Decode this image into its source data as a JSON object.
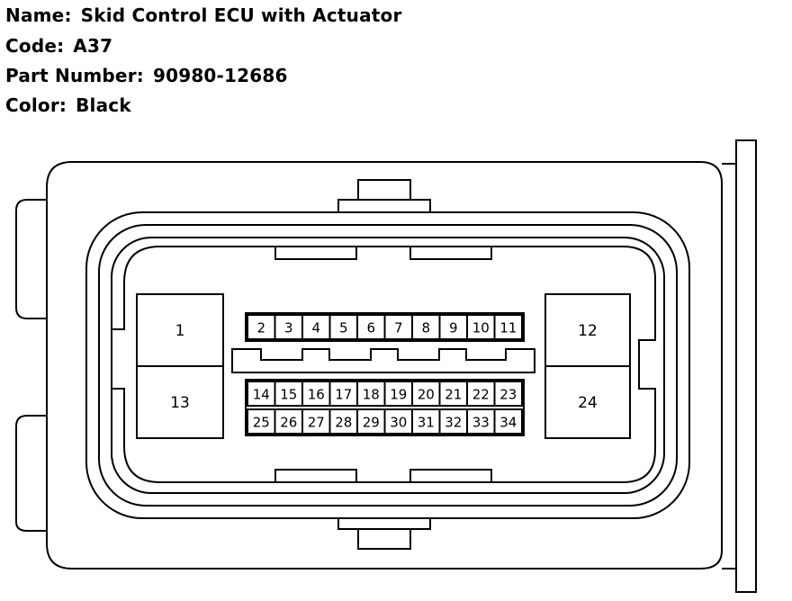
{
  "header": {
    "name_label": "Name:",
    "name_value": "Skid Control ECU with Actuator",
    "code_label": "Code:",
    "code_value": "A37",
    "part_label": "Part Number:",
    "part_value": "90980-12686",
    "color_label": "Color:",
    "color_value": "Black"
  },
  "connector": {
    "large_pins": [
      "1",
      "13",
      "12",
      "24"
    ],
    "row1": [
      "2",
      "3",
      "4",
      "5",
      "6",
      "7",
      "8",
      "9",
      "10",
      "11"
    ],
    "row2": [
      "14",
      "15",
      "16",
      "17",
      "18",
      "19",
      "20",
      "21",
      "22",
      "23"
    ],
    "row3": [
      "25",
      "26",
      "27",
      "28",
      "29",
      "30",
      "31",
      "32",
      "33",
      "34"
    ]
  }
}
